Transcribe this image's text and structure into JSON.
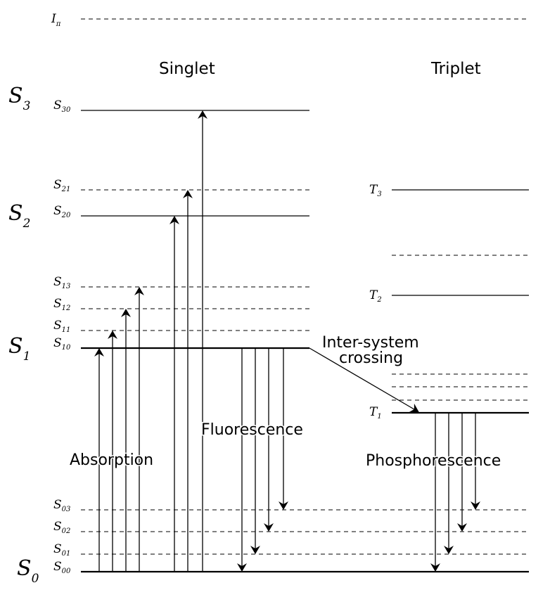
{
  "labels": {
    "ionization": {
      "letter": "I",
      "sub": "π"
    },
    "singlet": "Singlet",
    "triplet": "Triplet",
    "absorption": "Absorption",
    "fluorescence": "Fluorescence",
    "isc_line1": "Inter-system",
    "isc_line2": "crossing",
    "phosphorescence": "Phosphorescence"
  },
  "big_states": [
    {
      "letter": "S",
      "sub": "3"
    },
    {
      "letter": "S",
      "sub": "2"
    },
    {
      "letter": "S",
      "sub": "1"
    },
    {
      "letter": "S",
      "sub": "0"
    }
  ],
  "singlet_levels": [
    {
      "letter": "S",
      "sub": "30",
      "style": "solid"
    },
    {
      "letter": "S",
      "sub": "21",
      "style": "dashed"
    },
    {
      "letter": "S",
      "sub": "20",
      "style": "solid"
    },
    {
      "letter": "S",
      "sub": "13",
      "style": "dashed"
    },
    {
      "letter": "S",
      "sub": "12",
      "style": "dashed"
    },
    {
      "letter": "S",
      "sub": "11",
      "style": "dashed"
    },
    {
      "letter": "S",
      "sub": "10",
      "style": "thick"
    },
    {
      "letter": "S",
      "sub": "03",
      "style": "dashed"
    },
    {
      "letter": "S",
      "sub": "02",
      "style": "dashed"
    },
    {
      "letter": "S",
      "sub": "01",
      "style": "dashed"
    },
    {
      "letter": "S",
      "sub": "00",
      "style": "thick"
    }
  ],
  "triplet_levels": [
    {
      "letter": "T",
      "sub": "3",
      "style": "solid"
    },
    {
      "letter": "T",
      "sub": "2",
      "style": "solid"
    },
    {
      "letter": "T",
      "sub": "1",
      "style": "thick"
    }
  ]
}
